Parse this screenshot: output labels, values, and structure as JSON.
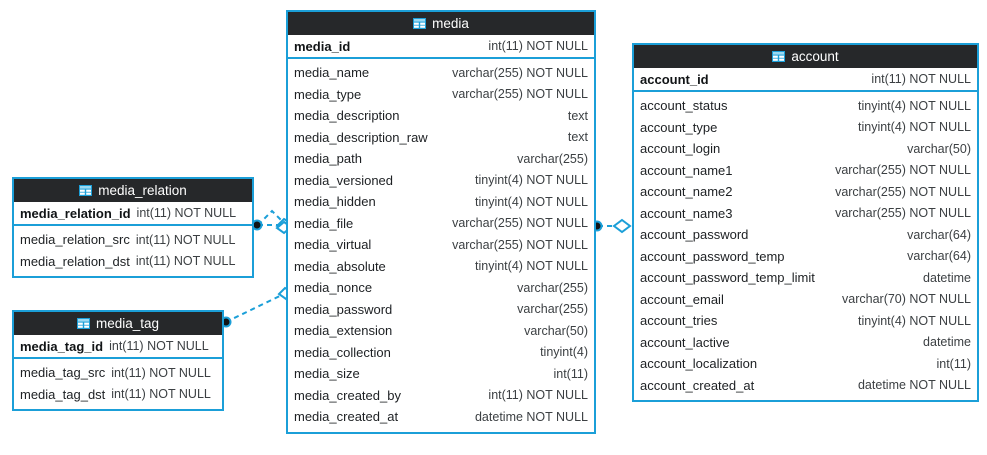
{
  "diagram": {
    "type": "er-diagram",
    "background": "#ffffff",
    "accent_color": "#1b9fd8",
    "header_color": "#26282a",
    "entities": [
      {
        "id": "media",
        "name": "media",
        "icon": "table-icon",
        "primary_key": {
          "name": "media_id",
          "type": "int(11) NOT NULL"
        },
        "columns": [
          {
            "name": "media_name",
            "type": "varchar(255) NOT NULL"
          },
          {
            "name": "media_type",
            "type": "varchar(255) NOT NULL"
          },
          {
            "name": "media_description",
            "type": "text"
          },
          {
            "name": "media_description_raw",
            "type": "text"
          },
          {
            "name": "media_path",
            "type": "varchar(255)"
          },
          {
            "name": "media_versioned",
            "type": "tinyint(4) NOT NULL"
          },
          {
            "name": "media_hidden",
            "type": "tinyint(4) NOT NULL"
          },
          {
            "name": "media_file",
            "type": "varchar(255) NOT NULL"
          },
          {
            "name": "media_virtual",
            "type": "varchar(255) NOT NULL"
          },
          {
            "name": "media_absolute",
            "type": "tinyint(4) NOT NULL"
          },
          {
            "name": "media_nonce",
            "type": "varchar(255)"
          },
          {
            "name": "media_password",
            "type": "varchar(255)"
          },
          {
            "name": "media_extension",
            "type": "varchar(50)"
          },
          {
            "name": "media_collection",
            "type": "tinyint(4)"
          },
          {
            "name": "media_size",
            "type": "int(11)"
          },
          {
            "name": "media_created_by",
            "type": "int(11) NOT NULL"
          },
          {
            "name": "media_created_at",
            "type": "datetime NOT NULL"
          }
        ]
      },
      {
        "id": "account",
        "name": "account",
        "icon": "table-icon",
        "primary_key": {
          "name": "account_id",
          "type": "int(11) NOT NULL"
        },
        "columns": [
          {
            "name": "account_status",
            "type": "tinyint(4) NOT NULL"
          },
          {
            "name": "account_type",
            "type": "tinyint(4) NOT NULL"
          },
          {
            "name": "account_login",
            "type": "varchar(50)"
          },
          {
            "name": "account_name1",
            "type": "varchar(255) NOT NULL"
          },
          {
            "name": "account_name2",
            "type": "varchar(255) NOT NULL"
          },
          {
            "name": "account_name3",
            "type": "varchar(255) NOT NULL"
          },
          {
            "name": "account_password",
            "type": "varchar(64)"
          },
          {
            "name": "account_password_temp",
            "type": "varchar(64)"
          },
          {
            "name": "account_password_temp_limit",
            "type": "datetime"
          },
          {
            "name": "account_email",
            "type": "varchar(70) NOT NULL"
          },
          {
            "name": "account_tries",
            "type": "tinyint(4) NOT NULL"
          },
          {
            "name": "account_lactive",
            "type": "datetime"
          },
          {
            "name": "account_localization",
            "type": "int(11)"
          },
          {
            "name": "account_created_at",
            "type": "datetime NOT NULL"
          }
        ]
      },
      {
        "id": "media_relation",
        "name": "media_relation",
        "icon": "table-icon",
        "primary_key": {
          "name": "media_relation_id",
          "type": "int(11) NOT NULL"
        },
        "columns": [
          {
            "name": "media_relation_src",
            "type": "int(11) NOT NULL"
          },
          {
            "name": "media_relation_dst",
            "type": "int(11) NOT NULL"
          }
        ]
      },
      {
        "id": "media_tag",
        "name": "media_tag",
        "icon": "table-icon",
        "primary_key": {
          "name": "media_tag_id",
          "type": "int(11) NOT NULL"
        },
        "columns": [
          {
            "name": "media_tag_src",
            "type": "int(11) NOT NULL"
          },
          {
            "name": "media_tag_dst",
            "type": "int(11) NOT NULL"
          }
        ]
      }
    ],
    "relationships": [
      {
        "id": "rel-media_relation-src-media",
        "from": "media_relation",
        "to": "media",
        "from_marker": "filled-circle",
        "to_marker": "open-diamond"
      },
      {
        "id": "rel-media_relation-dst-media",
        "from": "media_relation",
        "to": "media",
        "from_marker": "filled-circle",
        "to_marker": "open-diamond"
      },
      {
        "id": "rel-media_tag-media",
        "from": "media_tag",
        "to": "media",
        "from_marker": "filled-circle",
        "to_marker": "open-diamond"
      },
      {
        "id": "rel-media-account",
        "from": "media",
        "to": "account",
        "from_marker": "filled-circle",
        "to_marker": "open-diamond"
      }
    ]
  }
}
